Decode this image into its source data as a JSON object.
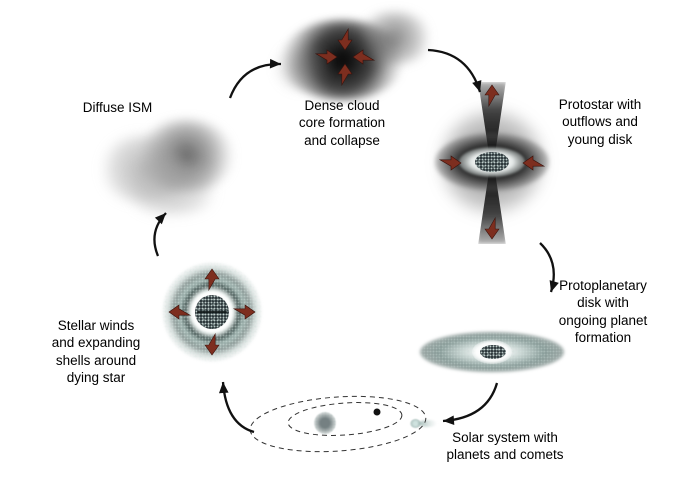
{
  "stages": [
    {
      "id": "diffuse-ism",
      "label": "Diffuse ISM"
    },
    {
      "id": "dense-cloud",
      "label": "Dense cloud\ncore formation\nand collapse"
    },
    {
      "id": "protostar",
      "label": "Protostar with\noutflows and\nyoung disk"
    },
    {
      "id": "protoplanetary-disk",
      "label": "Protoplanetary\ndisk with\nongoing planet\nformation"
    },
    {
      "id": "solar-system",
      "label": "Solar system with\nplanets and comets"
    },
    {
      "id": "dying-star",
      "label": "Stellar winds\nand expanding\nshells around\ndying star"
    }
  ],
  "colors": {
    "background": "#ffffff",
    "text": "#000000",
    "flow_arrow": "#111111",
    "gas_motion_arrow": "#7d2e1f"
  }
}
